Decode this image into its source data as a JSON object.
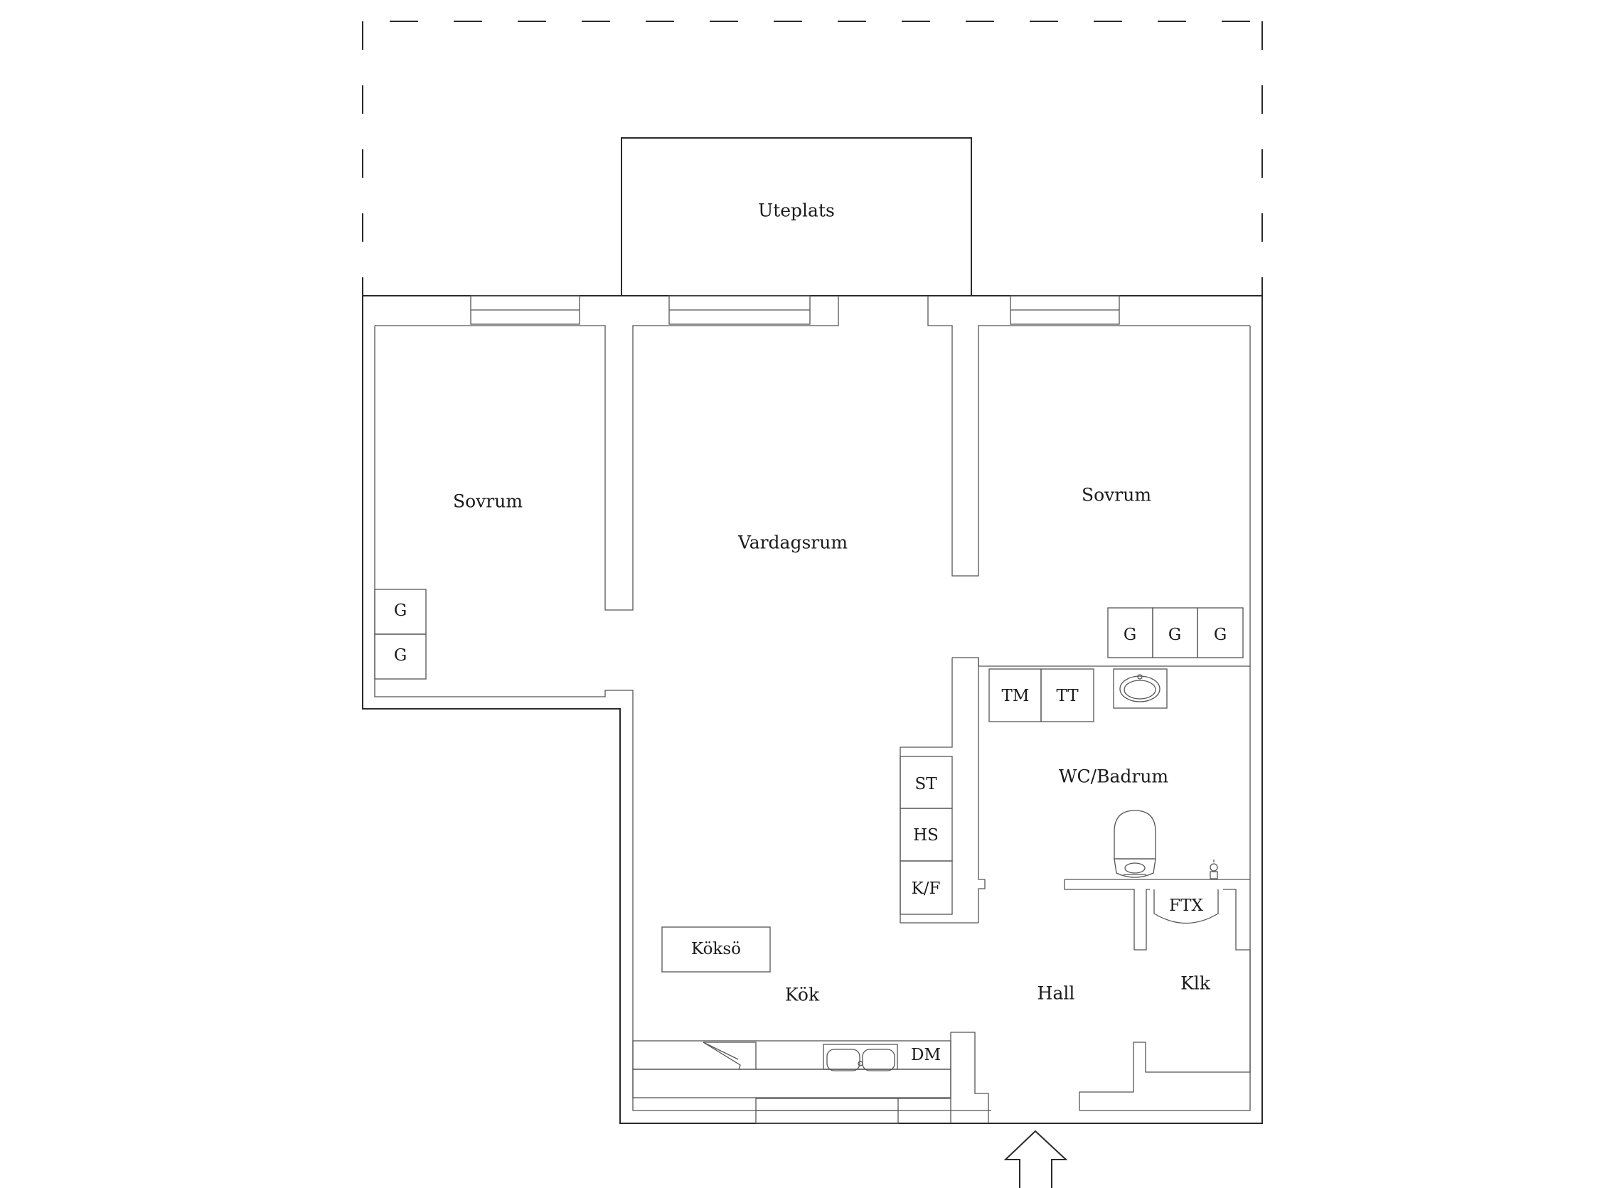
{
  "rooms": {
    "uteplats": "Uteplats",
    "sovrum_left": "Sovrum",
    "vardagsrum": "Vardagsrum",
    "sovrum_right": "Sovrum",
    "wc_badrum": "WC/Badrum",
    "kok": "Kök",
    "hall": "Hall",
    "klk": "Klk"
  },
  "fixtures": {
    "g_left_1": "G",
    "g_left_2": "G",
    "g_right_1": "G",
    "g_right_2": "G",
    "g_right_3": "G",
    "tm": "TM",
    "tt": "TT",
    "st": "ST",
    "hs": "HS",
    "kf": "K/F",
    "koksö": "Köksö",
    "dm": "DM",
    "ftx": "FTX"
  },
  "icons": {
    "entrance": "entrance-arrow-icon",
    "washbasin": "washbasin-icon",
    "toilet": "toilet-icon",
    "sink": "kitchen-sink-icon",
    "faucet": "faucet-icon"
  }
}
